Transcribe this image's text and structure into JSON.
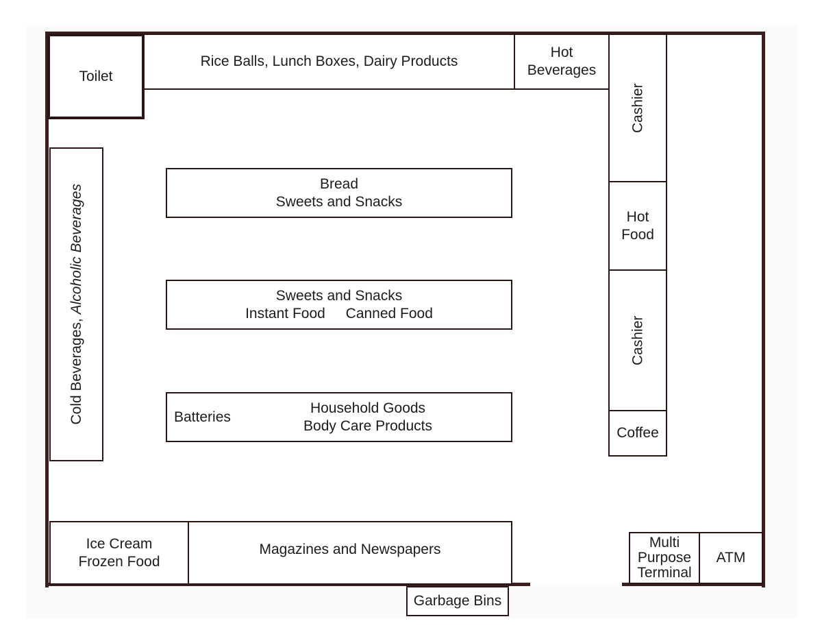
{
  "store_layout": {
    "toilet": "Toilet",
    "rice_balls": "Rice Balls, Lunch Boxes, Dairy Products",
    "hot_beverages": [
      "Hot",
      "Beverages"
    ],
    "cashier_top": "Cashier",
    "hot_food": [
      "Hot",
      "Food"
    ],
    "cashier_bottom": "Cashier",
    "coffee": "Coffee",
    "cold_beverages": "Cold Beverages,",
    "alcoholic_beverages": "Alcoholic Beverages",
    "aisle_1": {
      "line1": "Bread",
      "line2": "Sweets and Snacks"
    },
    "aisle_2": {
      "line1": "Sweets and Snacks",
      "line2a": "Instant Food",
      "line2b": "Canned Food"
    },
    "aisle_3": {
      "batteries": "Batteries",
      "line1": "Household Goods",
      "line2": "Body Care Products"
    },
    "ice_cream": "Ice Cream",
    "frozen_food": "Frozen Food",
    "magazines": "Magazines and Newspapers",
    "garbage_bins": "Garbage Bins",
    "multi_purpose_terminal": [
      "Multi",
      "Purpose",
      "Terminal"
    ],
    "atm": "ATM"
  }
}
